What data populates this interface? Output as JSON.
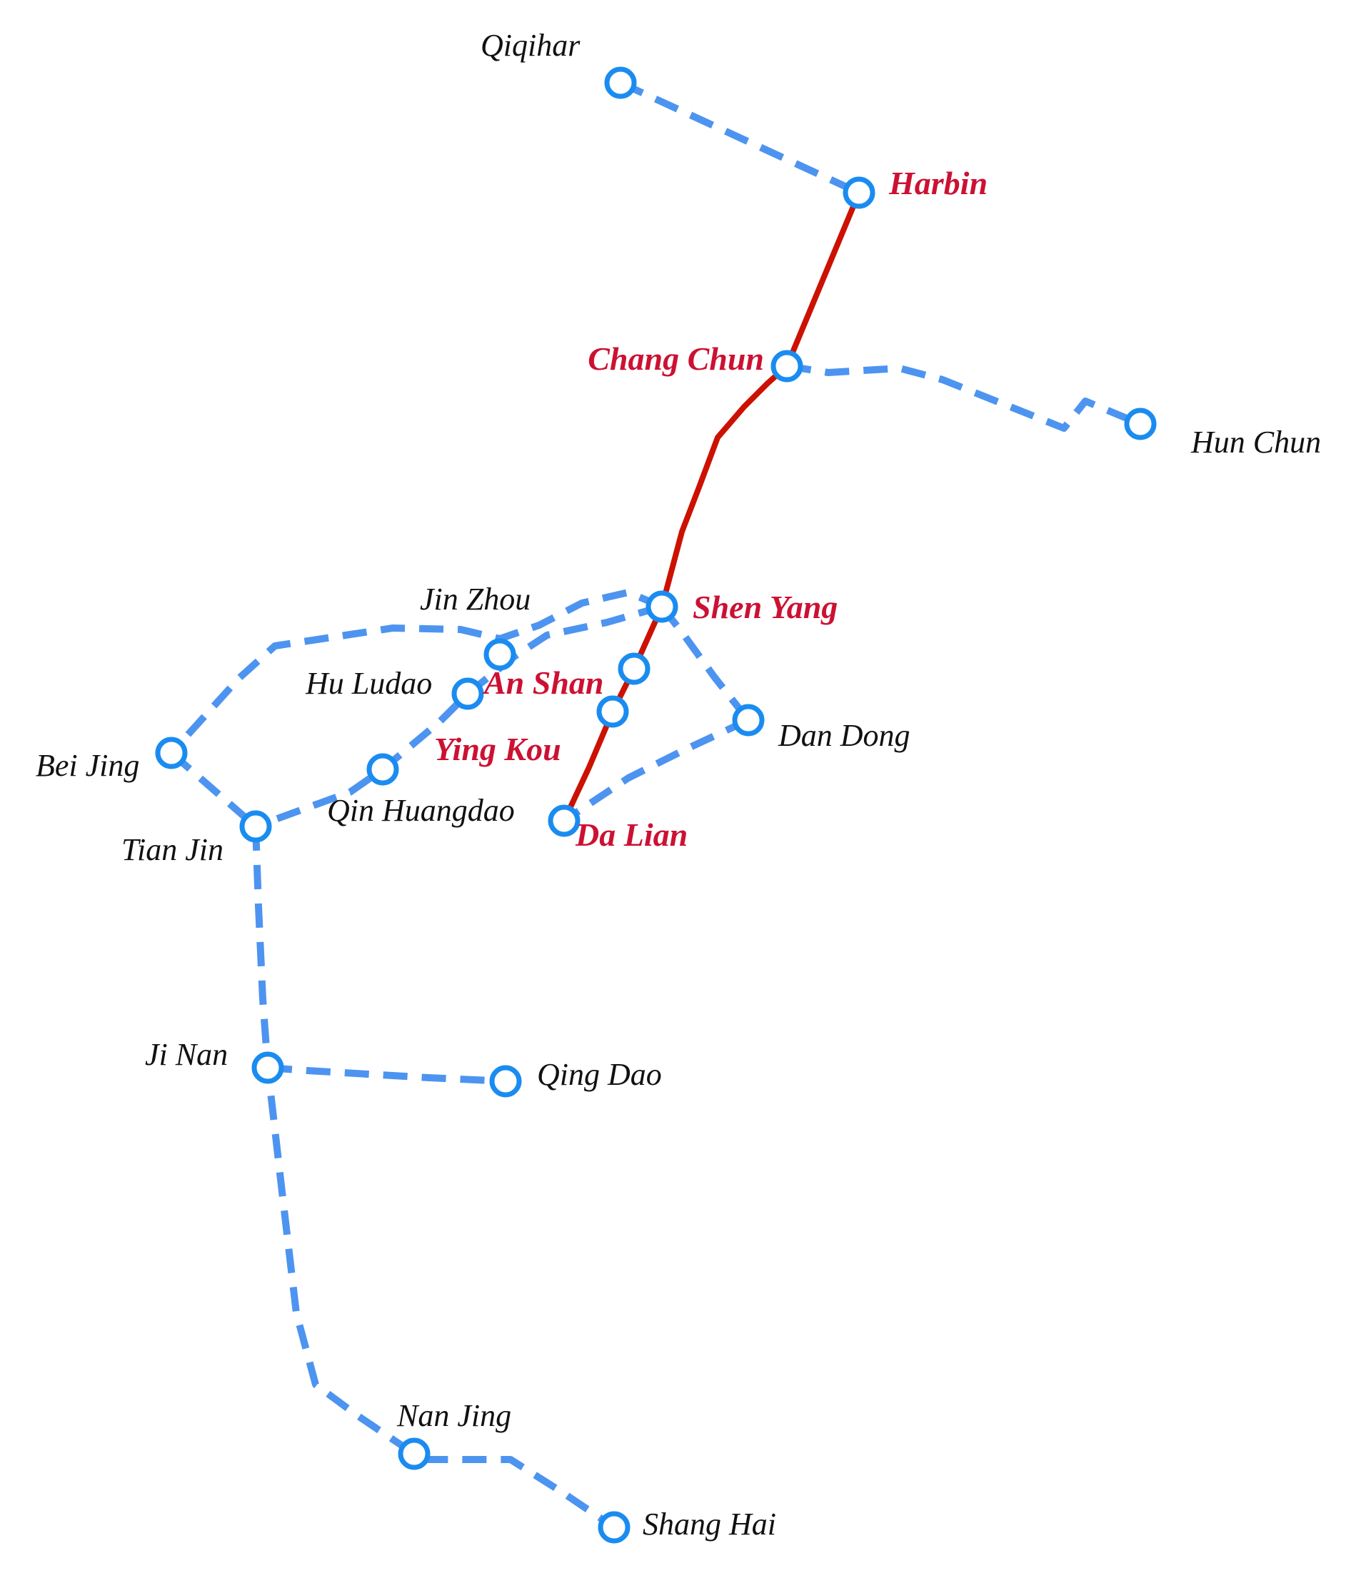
{
  "colors": {
    "solid_route": "#cc1100",
    "dashed_route": "#4d94f0",
    "station_ring": "#1a8cf0",
    "main_label": "#cc1133",
    "secondary_label": "#111111"
  },
  "main_line": [
    "harbin",
    "chang-chun",
    "shen-yang",
    "an-shan",
    "ying-kou",
    "da-lian"
  ],
  "stations": [
    {
      "id": "qiqihar",
      "label": "Qiqihar",
      "main": false
    },
    {
      "id": "harbin",
      "label": "Harbin",
      "main": true
    },
    {
      "id": "chang-chun",
      "label": "Chang Chun",
      "main": true
    },
    {
      "id": "hun-chun",
      "label": "Hun Chun",
      "main": false
    },
    {
      "id": "shen-yang",
      "label": "Shen Yang",
      "main": true
    },
    {
      "id": "jin-zhou",
      "label": "Jin Zhou",
      "main": false
    },
    {
      "id": "an-shan",
      "label": "An Shan",
      "main": true
    },
    {
      "id": "hu-ludao",
      "label": "Hu Ludao",
      "main": false
    },
    {
      "id": "ying-kou",
      "label": "Ying Kou",
      "main": true
    },
    {
      "id": "dan-dong",
      "label": "Dan Dong",
      "main": false
    },
    {
      "id": "bei-jing",
      "label": "Bei Jing",
      "main": false
    },
    {
      "id": "qin-huangdao",
      "label": "Qin Huangdao",
      "main": false
    },
    {
      "id": "tian-jin",
      "label": "Tian Jin",
      "main": false
    },
    {
      "id": "da-lian",
      "label": "Da Lian",
      "main": true
    },
    {
      "id": "ji-nan",
      "label": "Ji Nan",
      "main": false
    },
    {
      "id": "qing-dao",
      "label": "Qing Dao",
      "main": false
    },
    {
      "id": "nan-jing",
      "label": "Nan Jing",
      "main": false
    },
    {
      "id": "shang-hai",
      "label": "Shang Hai",
      "main": false
    }
  ]
}
